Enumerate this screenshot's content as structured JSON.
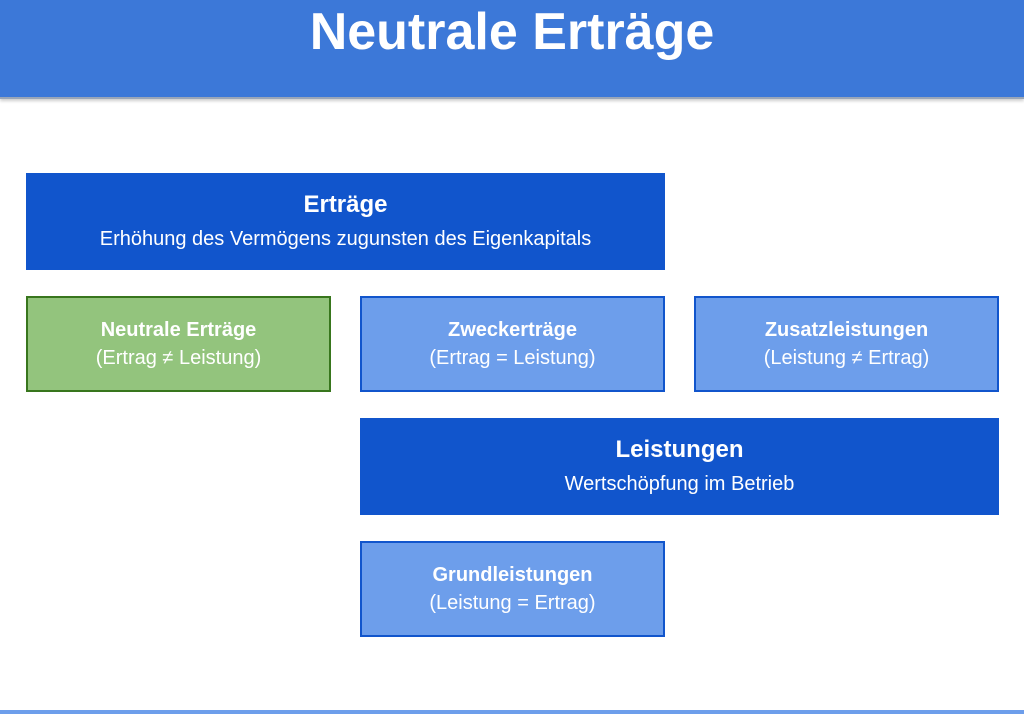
{
  "header": {
    "title": "Neutrale Erträge"
  },
  "boxes": {
    "ertraege": {
      "title": "Erträge",
      "subtitle": "Erhöhung des Vermögens zugunsten des Eigenkapitals"
    },
    "neutrale": {
      "title": "Neutrale Erträge",
      "subtitle": "(Ertrag ≠ Leistung)"
    },
    "zweck": {
      "title": "Zweckerträge",
      "subtitle": "(Ertrag = Leistung)"
    },
    "zusatz": {
      "title": "Zusatzleistungen",
      "subtitle": "(Leistung ≠ Ertrag)"
    },
    "leistungen": {
      "title": "Leistungen",
      "subtitle": "Wertschöpfung im Betrieb"
    },
    "grund": {
      "title": "Grundleistungen",
      "subtitle": "(Leistung = Ertrag)"
    }
  },
  "colors": {
    "header": "#3c78d8",
    "dark": "#1155cc",
    "light": "#6d9eeb",
    "green": "#93c47d",
    "green_border": "#38761d"
  }
}
